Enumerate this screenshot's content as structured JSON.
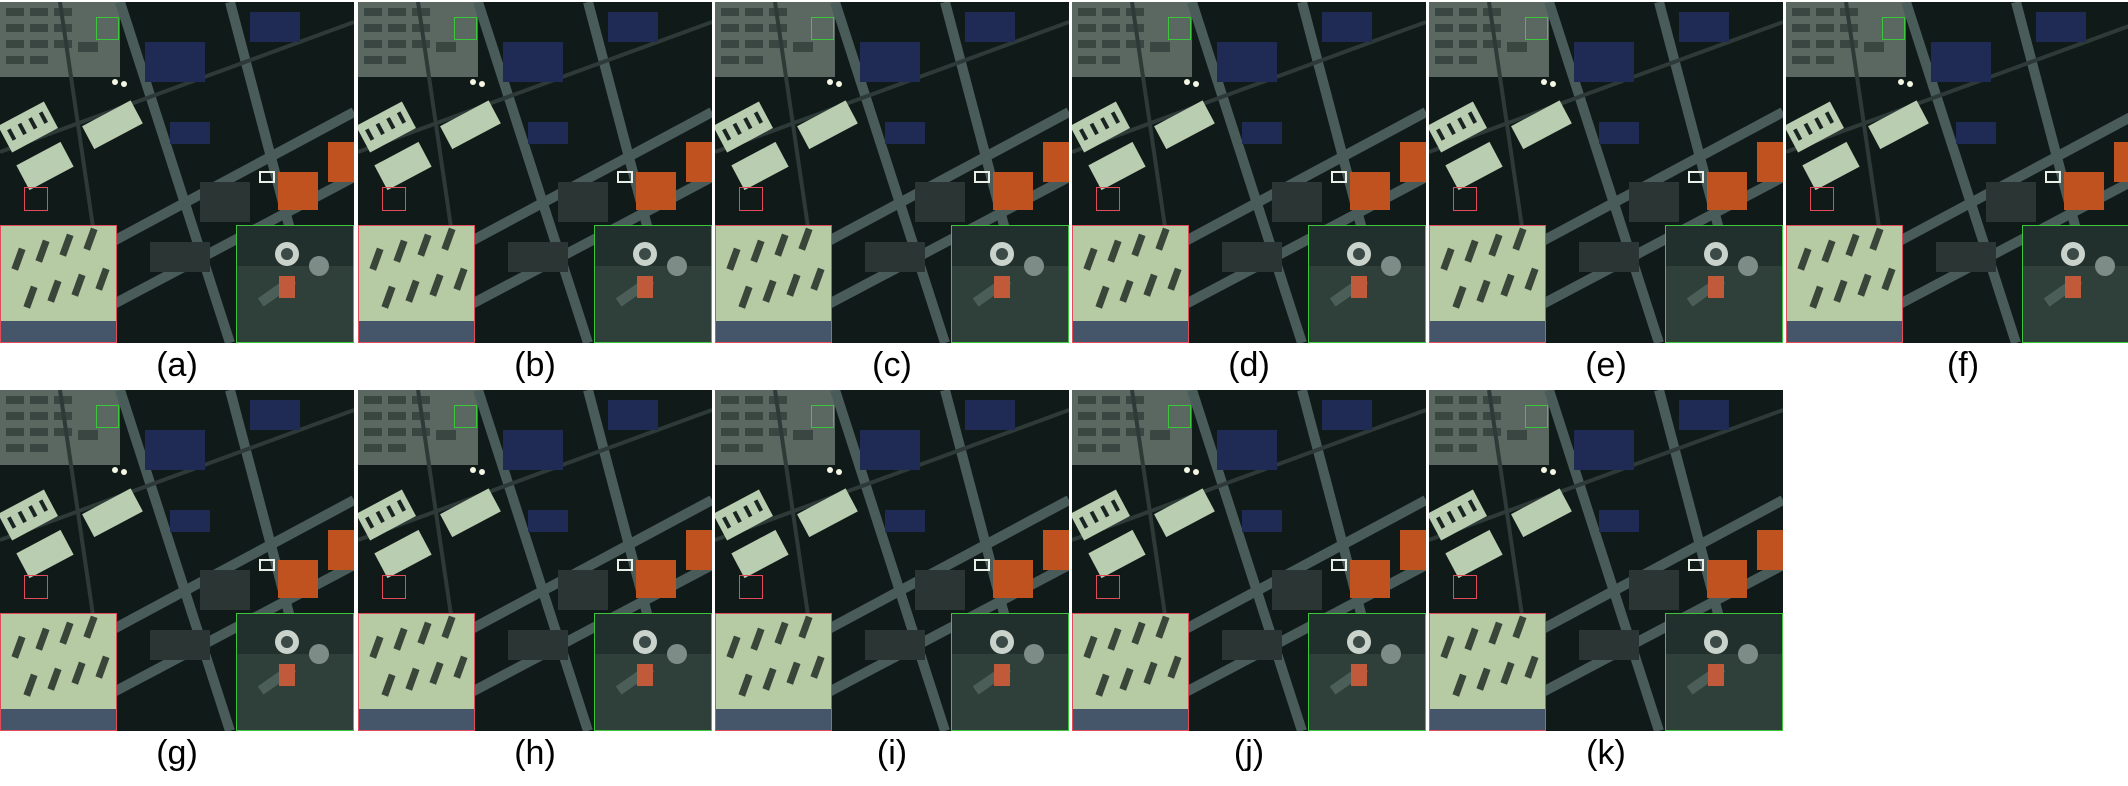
{
  "figure": {
    "panels": [
      {
        "id": "a",
        "caption": "(a)"
      },
      {
        "id": "b",
        "caption": "(b)"
      },
      {
        "id": "c",
        "caption": "(c)"
      },
      {
        "id": "d",
        "caption": "(d)"
      },
      {
        "id": "e",
        "caption": "(e)"
      },
      {
        "id": "f",
        "caption": "(f)"
      },
      {
        "id": "g",
        "caption": "(g)"
      },
      {
        "id": "h",
        "caption": "(h)"
      },
      {
        "id": "i",
        "caption": "(i)"
      },
      {
        "id": "j",
        "caption": "(j)"
      },
      {
        "id": "k",
        "caption": "(k)"
      }
    ],
    "colors": {
      "background": "#101a19",
      "roads": "#4a5c5a",
      "buildings_light": "#b9cdb0",
      "roof_orange": "#c0521f",
      "roof_blue": "#1f2a55",
      "red_box": "#e24b5a",
      "green_box": "#3bc63b"
    }
  }
}
